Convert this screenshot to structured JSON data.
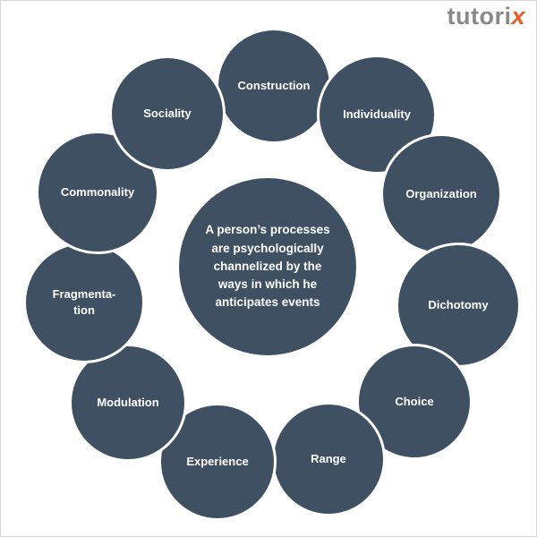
{
  "colors": {
    "circle-fill": "#3e5062",
    "circle-text": "#ffffff",
    "logo-gray": "#8a8a8a",
    "logo-accent": "#f05a22",
    "page-border": "#d8d8d8"
  },
  "logo": {
    "prefix": "tutori",
    "suffix": "x"
  },
  "diagram": {
    "center_circle": {
      "text": "A person’s processes\nare psychologically\nchannelized by the\nways in which he\nanticipates events"
    },
    "items": [
      {
        "label": "Construction"
      },
      {
        "label": "Individuality"
      },
      {
        "label": "Organization"
      },
      {
        "label": "Dichotomy"
      },
      {
        "label": "Choice"
      },
      {
        "label": "Range"
      },
      {
        "label": "Experience"
      },
      {
        "label": "Modulation"
      },
      {
        "label": "Fragmenta-\ntion"
      },
      {
        "label": "Commonality"
      },
      {
        "label": "Sociality"
      }
    ]
  }
}
